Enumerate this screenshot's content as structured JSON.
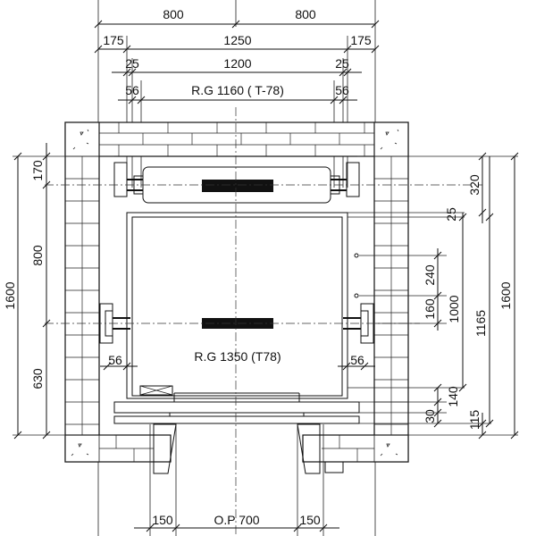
{
  "top_dims": {
    "half_left": "800",
    "half_right": "800",
    "side_left": "175",
    "inner_width": "1250",
    "side_right": "175",
    "gap_left": "25",
    "rail_span": "1200",
    "gap_right": "25",
    "bracket_left": "56",
    "rail_gauge_cwt": "R.G 1160 ( T-78)",
    "bracket_right": "56"
  },
  "left_dims": {
    "top_offset": "170",
    "mid": "800",
    "lower": "630",
    "total": "1600"
  },
  "right_dims": {
    "top": "320",
    "gap": "25",
    "spacing": "240",
    "lower": "160",
    "car_depth": "1000",
    "depth_1165": "1165",
    "total": "1600",
    "sill": "140",
    "door_gap": "30",
    "front": "115"
  },
  "car": {
    "rail_gauge": "R.G 1350 (T78)",
    "bracket_left": "56",
    "bracket_right": "56"
  },
  "bottom_dims": {
    "jamb_left": "150",
    "opening": "O.P 700",
    "jamb_right": "150"
  }
}
